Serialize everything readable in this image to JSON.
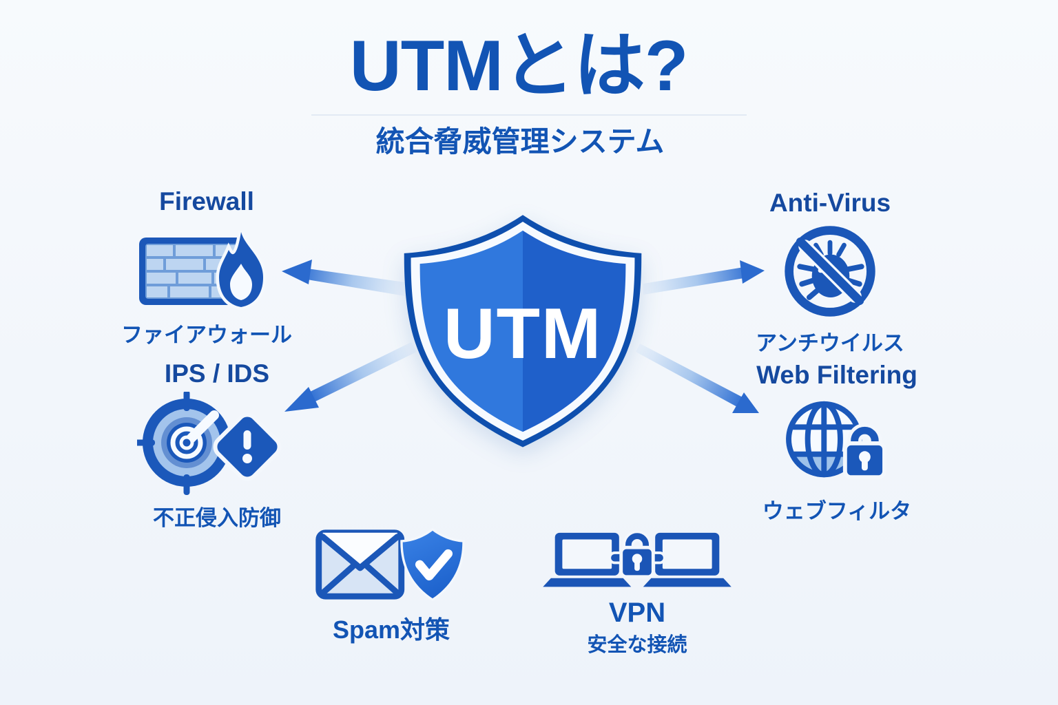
{
  "page": {
    "title": "UTMとは?",
    "subtitle": "統合脅威管理システム"
  },
  "shield": {
    "label": "UTM"
  },
  "features": {
    "firewall": {
      "heading": "Firewall",
      "label": "ファイアウォール",
      "icon": "brick-wall-flame-icon"
    },
    "antivirus": {
      "heading": "Anti-Virus",
      "label": "アンチウイルス",
      "icon": "no-bug-icon"
    },
    "ips": {
      "heading": "IPS / IDS",
      "label": "不正侵入防御",
      "icon": "radar-target-alert-icon"
    },
    "web": {
      "heading": "Web Filtering",
      "label": "ウェブフィルタ",
      "icon": "globe-padlock-icon"
    },
    "spam": {
      "label": "Spam対策",
      "icon": "envelope-shield-check-icon"
    },
    "vpn": {
      "heading": "VPN",
      "label": "安全な接続",
      "icon": "laptops-padlock-icon"
    }
  },
  "colors": {
    "accent_text_blue": "#1254b4",
    "icon_blue": "#1b57b8",
    "light_icon_blue": "#bdd5f1",
    "shield_left": "#3078dd",
    "shield_right": "#1f60ca",
    "background": "#f2f6fb",
    "arrow_head": "#2b6ace"
  }
}
